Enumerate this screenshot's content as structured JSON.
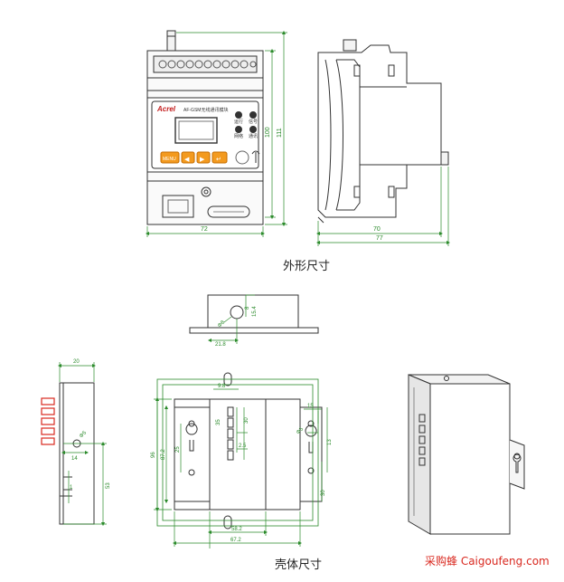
{
  "captions": {
    "outline": "外形尺寸",
    "shell": "壳体尺寸"
  },
  "watermark": "采购蜂 Caigoufeng.com",
  "module": {
    "brand": "Acrel",
    "model_text": "AF-GSM无线通讯模块",
    "indicators": [
      "运行",
      "信号",
      "网络",
      "通讯"
    ],
    "keys": [
      "MENU",
      "◀",
      "▶",
      "↵"
    ]
  },
  "dims_front": {
    "width": "72",
    "h_inner": "100",
    "h_outer": "111"
  },
  "dims_side": {
    "d_inner": "70",
    "d_outer": "77"
  },
  "dims_top": {
    "d1": "8",
    "d2": "21.8",
    "d3": "Φ8",
    "d4": "15.4"
  },
  "dims_shell_left": {
    "w": "20",
    "a": "14",
    "b": "53",
    "c": "1",
    "d": "Φ5"
  },
  "dims_shell_main": {
    "w_inner": "58.2",
    "w_outer": "67.2",
    "h_outer": "96",
    "h_inner": "87.2",
    "a": "9.8",
    "b": "35",
    "c": "2.5",
    "d": "30",
    "e": "25",
    "f": "15",
    "g": "13",
    "h": "30",
    "i": "Φ5"
  }
}
